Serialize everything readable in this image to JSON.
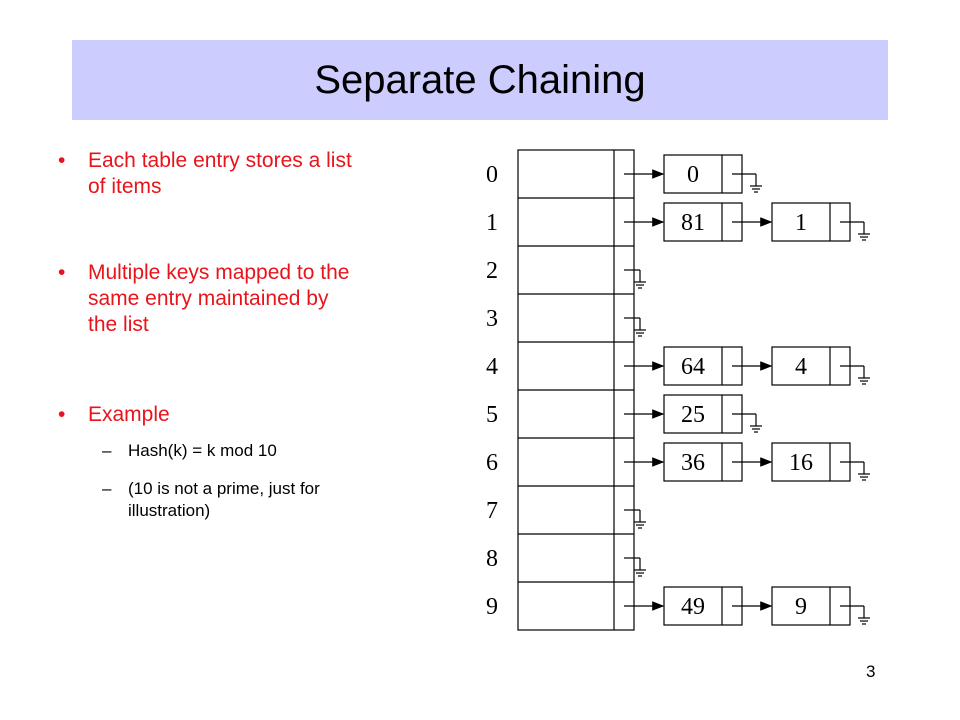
{
  "slide": {
    "title": "Separate Chaining",
    "page_number": "3"
  },
  "bullets": [
    {
      "text": "Each table entry stores a list of items",
      "lines": [
        "Each table entry stores a list",
        "of items"
      ]
    },
    {
      "text": "Multiple keys mapped to the same entry maintained by the list",
      "lines": [
        "Multiple keys mapped to the",
        "same entry maintained by",
        "the list"
      ]
    },
    {
      "text": "Example",
      "lines": [
        "Example"
      ]
    }
  ],
  "sub_bullets": [
    {
      "lines": [
        "Hash(k) = k mod 10"
      ]
    },
    {
      "lines": [
        "(10 is not a prime, just for",
        "illustration)"
      ]
    }
  ],
  "bullet_marker": "•",
  "sub_marker": "–",
  "table": {
    "indices": [
      "0",
      "1",
      "2",
      "3",
      "4",
      "5",
      "6",
      "7",
      "8",
      "9"
    ],
    "chains": [
      [
        "0"
      ],
      [
        "81",
        "1"
      ],
      [],
      [],
      [
        "64",
        "4"
      ],
      [
        "25"
      ],
      [
        "36",
        "16"
      ],
      [],
      [],
      [
        "49",
        "9"
      ]
    ]
  },
  "colors": {
    "title_bg": "#ccccff",
    "bullet_text": "#e8141b",
    "sub_text": "#000000"
  }
}
